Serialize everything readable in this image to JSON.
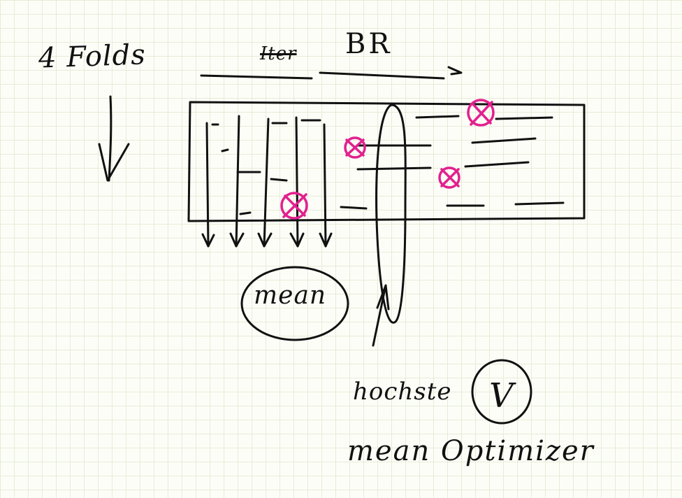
{
  "labels": {
    "folds": "4 Folds",
    "br": "BR",
    "struck": "Iter",
    "mean_circle": "mean",
    "hochste": "hochste",
    "mean_optimizer": "mean Optimizer",
    "check": "V"
  },
  "colors": {
    "ink": "#111111",
    "highlight": "#e2208e",
    "grid": "#e6ecd6",
    "paper": "#fdfdf8"
  },
  "diagram": {
    "fold_count": 4,
    "crossed_marks": 4
  }
}
